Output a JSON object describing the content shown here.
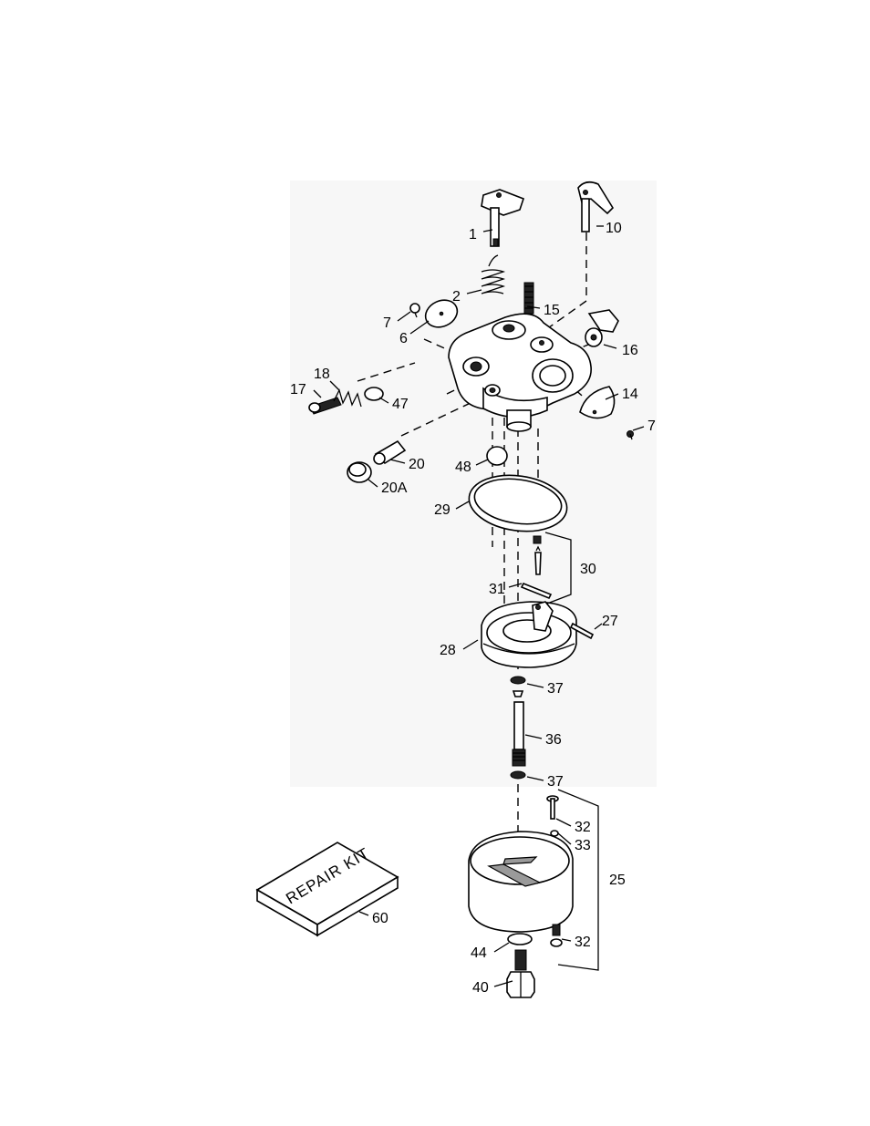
{
  "callouts": {
    "p1": "1",
    "p2": "2",
    "p6": "6",
    "p7a": "7",
    "p7b": "7",
    "p10": "10",
    "p14": "14",
    "p15": "15",
    "p16": "16",
    "p17": "17",
    "p18": "18",
    "p20": "20",
    "p20a": "20A",
    "p25": "25",
    "p27": "27",
    "p28": "28",
    "p29": "29",
    "p30": "30",
    "p31": "31",
    "p32a": "32",
    "p32b": "32",
    "p33": "33",
    "p36": "36",
    "p37a": "37",
    "p37b": "37",
    "p40": "40",
    "p44": "44",
    "p47": "47",
    "p48": "48",
    "p60": "60"
  },
  "repair_kit": {
    "label": "REPAIR KIT"
  }
}
